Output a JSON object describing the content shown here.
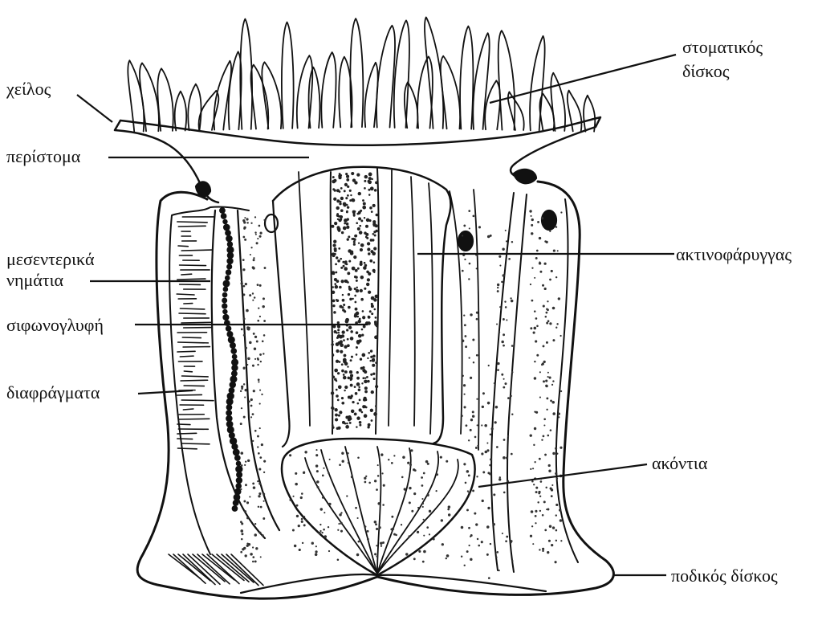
{
  "colors": {
    "ink": "#111111",
    "paper": "#ffffff",
    "stipple": "#333333"
  },
  "labels": {
    "cheilos": "χείλος",
    "peristoma": "περίστομα",
    "mesenterika_1": "μεσεντερικά",
    "mesenterika_2": "νημάτια",
    "sifonoglyfi": "σιφωνογλυφή",
    "diafragmata": "διαφράγματα",
    "stomatikos_1": "στοματικός",
    "stomatikos_2": "δίσκος",
    "aktinofaryggas": "ακτινοφάρυγγας",
    "akontia": "ακόντια",
    "podikos": "ποδικός δίσκος"
  }
}
